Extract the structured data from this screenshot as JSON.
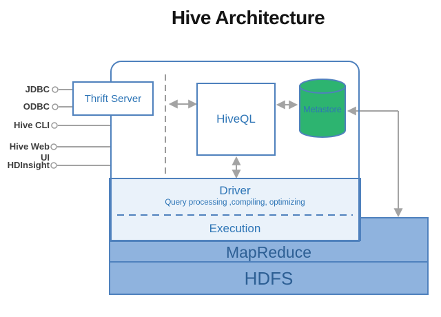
{
  "title": "Hive Architecture",
  "clients": {
    "items": [
      {
        "label": "JDBC"
      },
      {
        "label": "ODBC"
      },
      {
        "label": "Hive CLI"
      },
      {
        "label": "Hive Web UI"
      },
      {
        "label": "HDInsight"
      }
    ]
  },
  "nodes": {
    "thrift_server": "Thrift Server",
    "hiveql": "HiveQL",
    "metastore": "Metastore"
  },
  "driver": {
    "title": "Driver",
    "subtitle": "Query processing ,compiling, optimizing",
    "execution": "Execution"
  },
  "layers": {
    "mapreduce": "MapReduce",
    "hdfs": "HDFS"
  },
  "icons": {
    "metastore_shape": "database-cylinder-icon",
    "client_port": "open-circle-connector",
    "arrows": "double-headed-gray-arrows"
  },
  "colors": {
    "border_blue": "#4f81bd",
    "text_blue": "#2e75b6",
    "layer_fill": "#8fb3de",
    "layer_text": "#2d5f94",
    "driver_fill": "#eaf2fa",
    "metastore_green": "#2db470",
    "connector_gray": "#a3a3a3",
    "dashed_gray": "#9b9b9b",
    "title_color": "#141414"
  }
}
